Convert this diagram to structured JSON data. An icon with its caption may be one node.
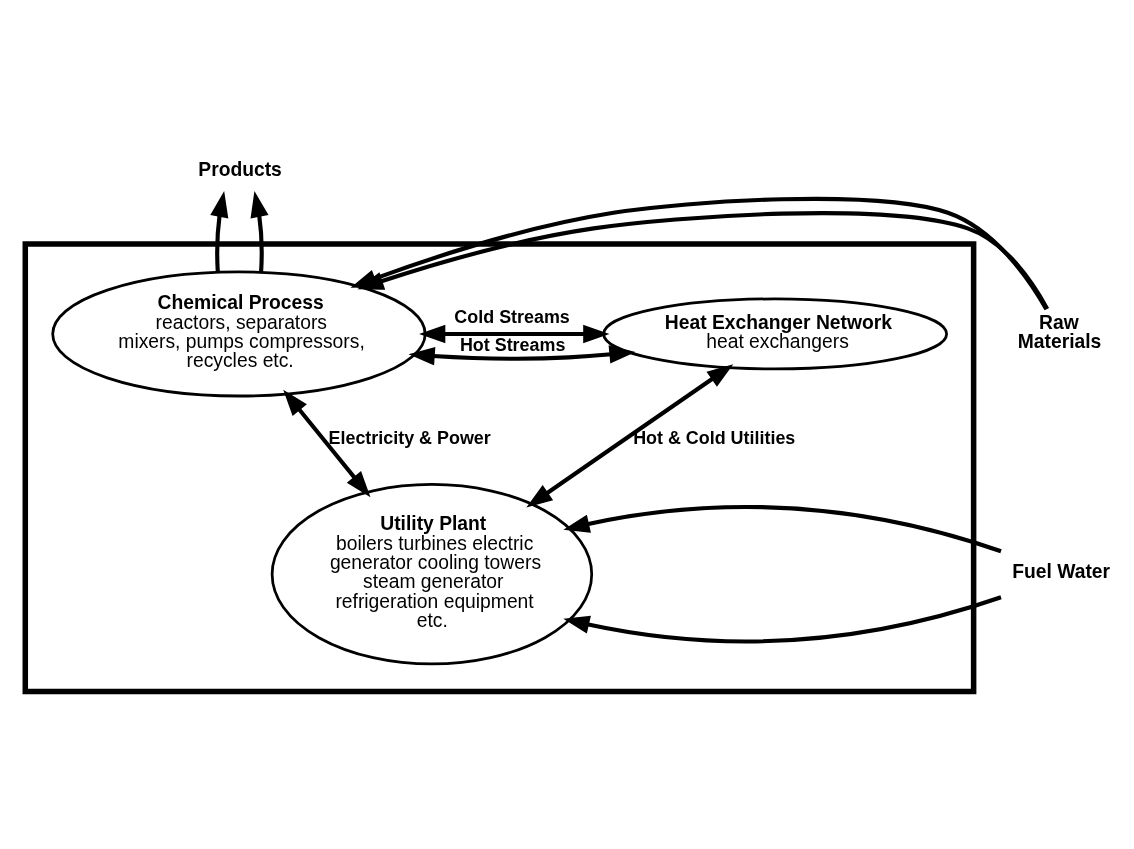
{
  "diagram": {
    "nodes": [
      {
        "text": [],
        "shape": "box"
      },
      {
        "text": [
          "Chemical Process",
          "reactors, separators mixers, pumps compressors, recycles etc."
        ],
        "in": 0
      },
      {
        "text": [
          "Heat Exchanger Network",
          "heat exchangers"
        ],
        "in": 0
      },
      {
        "text": [
          "Utility Plant",
          "boilers turbines electric generator cooling towers steam generator refrigeration equipment etc."
        ],
        "in": 0
      },
      {
        "text": [
          "Products"
        ]
      },
      {
        "text": [
          "Raw Materials"
        ]
      },
      {
        "text": [
          "Fuel Water"
        ]
      }
    ],
    "edges": [
      {
        "from": 1,
        "to": 4,
        "arrow": "to"
      },
      {
        "from": 1,
        "to": 4,
        "arrow": "to"
      },
      {
        "from": 5,
        "to": 1,
        "arrow": "to"
      },
      {
        "from": 5,
        "to": 1,
        "arrow": "to"
      },
      {
        "from": 1,
        "to": 2,
        "label": "Cold Streams",
        "arrow": "both"
      },
      {
        "from": 1,
        "to": 2,
        "label": "Hot Streams",
        "arrow": "both"
      },
      {
        "from": 1,
        "to": 3,
        "label": "Electricity & Power",
        "arrow": "both"
      },
      {
        "from": 2,
        "to": 3,
        "label": "Hot & Cold Utilities",
        "arrow": "both"
      },
      {
        "from": 6,
        "to": 3,
        "arrow": "to"
      },
      {
        "from": 6,
        "to": 3,
        "arrow": "to"
      }
    ]
  }
}
